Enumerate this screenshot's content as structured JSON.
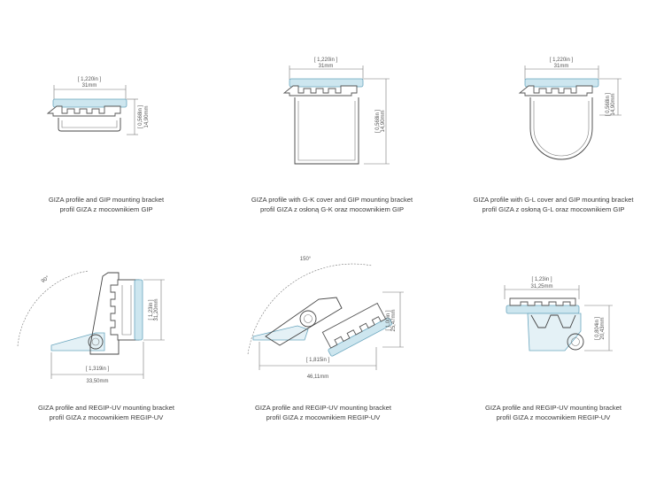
{
  "panels": [
    {
      "caption_en": "GIZA profile and GIP mounting bracket",
      "caption_pl": "profil GIZA z mocownikiem GIP",
      "width_in": "[ 1,220in ]",
      "width_mm": "31mm",
      "height_in": "[ 0,568in ]",
      "height_mm": "14,90mm"
    },
    {
      "caption_en": "GIZA profile with G-K cover and GIP mounting bracket",
      "caption_pl": "profil GIZA z osłoną G-K oraz mocownikiem GIP",
      "width_in": "[ 1,220in ]",
      "width_mm": "31mm",
      "height_in": "[ 0,568in ]",
      "height_mm": "14,90mm"
    },
    {
      "caption_en": "GIZA profile with G-L cover and GIP mounting bracket",
      "caption_pl": "profil GIZA z osłoną G-L oraz mocownikiem GIP",
      "width_in": "[ 1,220in ]",
      "width_mm": "31mm",
      "height_in": "[ 0,568in ]",
      "height_mm": "14,90mm"
    },
    {
      "caption_en": "GIZA profile and REGIP-UV mounting bracket",
      "caption_pl": "profil GIZA z mocownikiem REGIP-UV",
      "angle": "90°",
      "width_in": "[ 1,319in ]",
      "width_mm": "33,50mm",
      "height_in": "[ 1,23in ]",
      "height_mm": "31,20mm"
    },
    {
      "caption_en": "GIZA profile and REGIP-UV mounting bracket",
      "caption_pl": "profil GIZA z mocownikiem REGIP-UV",
      "angle": "150°",
      "width_in": "[ 1,815in ]",
      "width_mm": "46,11mm",
      "height_in": "[ 1,00in ]",
      "height_mm": "25,47mm"
    },
    {
      "caption_en": "GIZA profile and REGIP-UV mounting bracket",
      "caption_pl": "profil GIZA z mocownikiem REGIP-UV",
      "width_in": "[ 1,23in ]",
      "width_mm": "31,25mm",
      "height_in": "[ 0,804in ]",
      "height_mm": "20,43mm"
    }
  ]
}
